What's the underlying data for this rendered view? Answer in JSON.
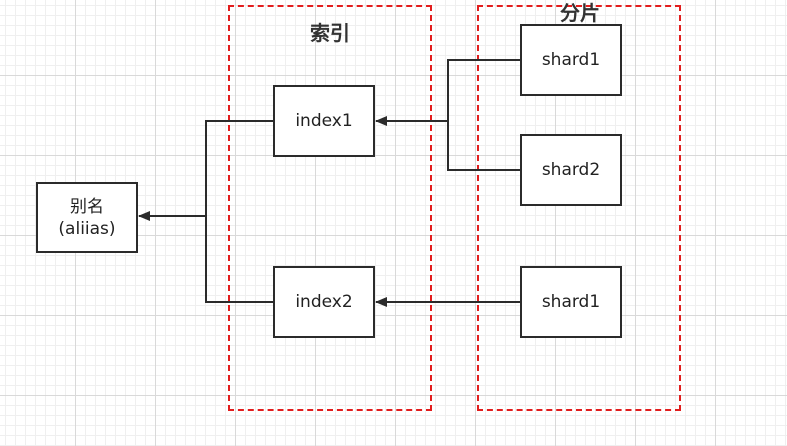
{
  "groups": {
    "index": {
      "title": "索引"
    },
    "shard": {
      "title": "分片"
    }
  },
  "nodes": {
    "alias": {
      "line1": "别名",
      "line2": "(aliias)"
    },
    "index1": {
      "label": "index1"
    },
    "index2": {
      "label": "index2"
    },
    "shard1_top": {
      "label": "shard1"
    },
    "shard2": {
      "label": "shard2"
    },
    "shard1_bottom": {
      "label": "shard1"
    }
  },
  "colors": {
    "group_border": "#e21d1d",
    "line": "#2b2b2b",
    "grid": "#d9d9d9"
  }
}
